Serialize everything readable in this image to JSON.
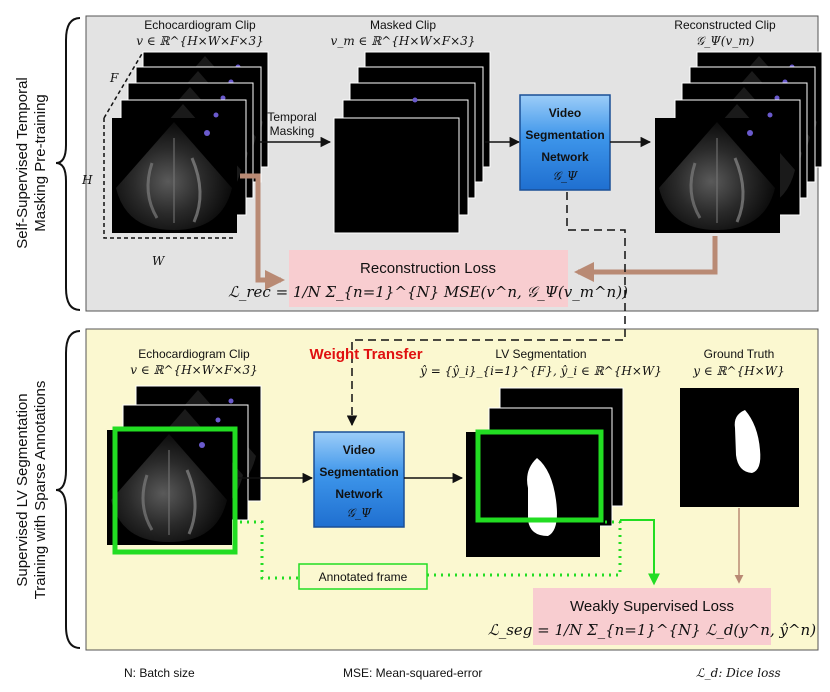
{
  "sections": {
    "pretraining_label_1": "Self-Supervised Temporal",
    "pretraining_label_2": "Masking Pre-training",
    "supervised_label_1": "Supervised LV Segmentation",
    "supervised_label_2": "Training with Sparse Annotations"
  },
  "top": {
    "echo_title": "Echocardiogram Clip",
    "echo_formula": "v ∈ ℝ^{H×W×F×3}",
    "masked_title": "Masked Clip",
    "masked_formula": "v_m ∈ ℝ^{H×W×F×3}",
    "recon_title": "Reconstructed Clip",
    "recon_formula": "𝒢_Ψ(v_m)",
    "temporal_1": "Temporal",
    "temporal_2": "Masking",
    "dim_f": "F",
    "dim_h": "H",
    "dim_w": "W",
    "network_1": "Video",
    "network_2": "Segmentation",
    "network_3": "Network",
    "network_symbol": "𝒢_Ψ",
    "loss_title": "Reconstruction Loss",
    "loss_formula": "ℒ_rec = 1/N Σ_{n=1}^{N} MSE(v^n, 𝒢_Ψ(v_m^n))"
  },
  "bottom": {
    "echo_title": "Echocardiogram Clip",
    "echo_formula": "v ∈ ℝ^{H×W×F×3}",
    "weight_transfer": "Weight Transfer",
    "network_1": "Video",
    "network_2": "Segmentation",
    "network_3": "Network",
    "network_symbol": "𝒢_Ψ",
    "seg_title": "LV Segmentation",
    "seg_formula": "ŷ = {ŷ_i}_{i=1}^{F}, ŷ_i ∈ ℝ^{H×W}",
    "gt_title": "Ground Truth",
    "gt_formula": "y ∈ ℝ^{H×W}",
    "annotated": "Annotated frame",
    "loss_title": "Weakly Supervised Loss",
    "loss_formula": "ℒ_seg = 1/N Σ_{n=1}^{N} ℒ_d(y^n, ŷ^n)"
  },
  "footer": {
    "batch": "N: Batch size",
    "mse": "MSE: Mean-squared-error",
    "dice": "ℒ_d: Dice loss"
  },
  "colors": {
    "top_panel": "#e3e3e3",
    "bottom_panel": "#fbf8d0",
    "loss_box": "#f8cdd0",
    "network_blue": "#2a86e0",
    "reconstruction_arrow": "#b98a74",
    "annotation_green": "#22dd22",
    "weight_transfer_red": "#e01010"
  },
  "icons": {
    "frame_stack": "video-frame-stack-icon",
    "network": "neural-network-block-icon"
  }
}
